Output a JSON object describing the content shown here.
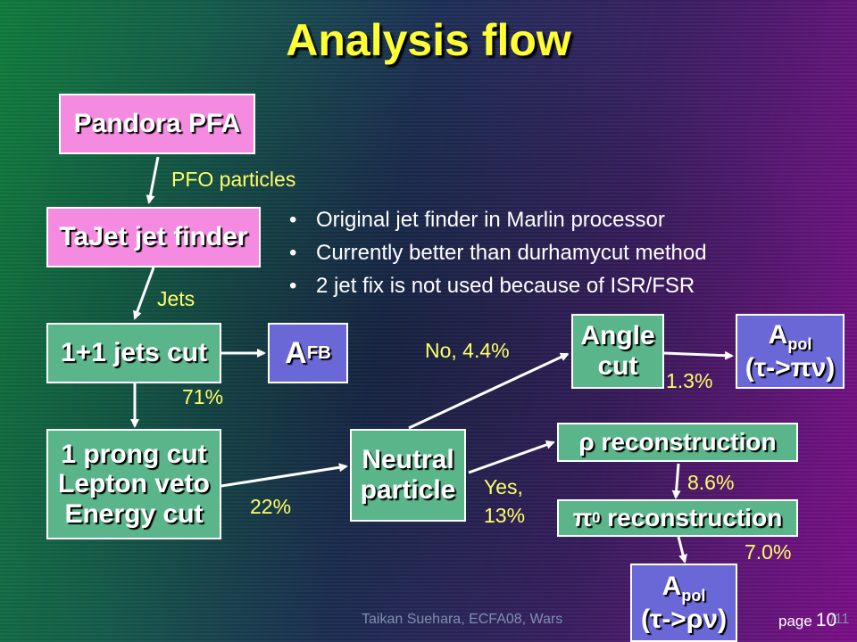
{
  "title": "Analysis flow",
  "boxes": {
    "pandora": "Pandora PFA",
    "tajet": "TaJet jet finder",
    "jets_cut": "1+1 jets cut",
    "afb_main": "A",
    "afb_sub": "FB",
    "prong": [
      "1 prong cut",
      "Lepton veto",
      "Energy cut"
    ],
    "neutral": [
      "Neutral",
      "particle"
    ],
    "angle": [
      "Angle",
      "cut"
    ],
    "apol_pi_main": "A",
    "apol_pi_sub": "pol",
    "apol_pi_decay": "(τ->πν)",
    "rho": "ρ reconstruction",
    "pi0_symbol": "π",
    "pi0_sub": "0",
    "pi0_text": " reconstruction",
    "apol_rho_main": "A",
    "apol_rho_sub": "pol",
    "apol_rho_decay": "(τ->ρν)"
  },
  "labels": {
    "pfo": "PFO particles",
    "jets": "Jets",
    "pct71": "71%",
    "pct22": "22%",
    "no": "No, 4.4%",
    "pct13a": "1.3%",
    "yes_line1": "Yes,",
    "yes_line2": "13%",
    "pct86": "8.6%",
    "pct70": "7.0%"
  },
  "bullets": [
    "Original jet finder in Marlin processor",
    "Currently better than durhamycut method",
    "2 jet fix is not used because of ISR/FSR"
  ],
  "footer": "Taikan Suehara, ECFA08, Wars",
  "footer_tail": "/11",
  "page_label": "page",
  "page_number": "10",
  "colors": {
    "flow_box": "#f58be0",
    "cut_box": "#5bb58a",
    "result_box": "#6a67d6",
    "label_text": "#ffff66",
    "title_text": "#ffff33"
  }
}
